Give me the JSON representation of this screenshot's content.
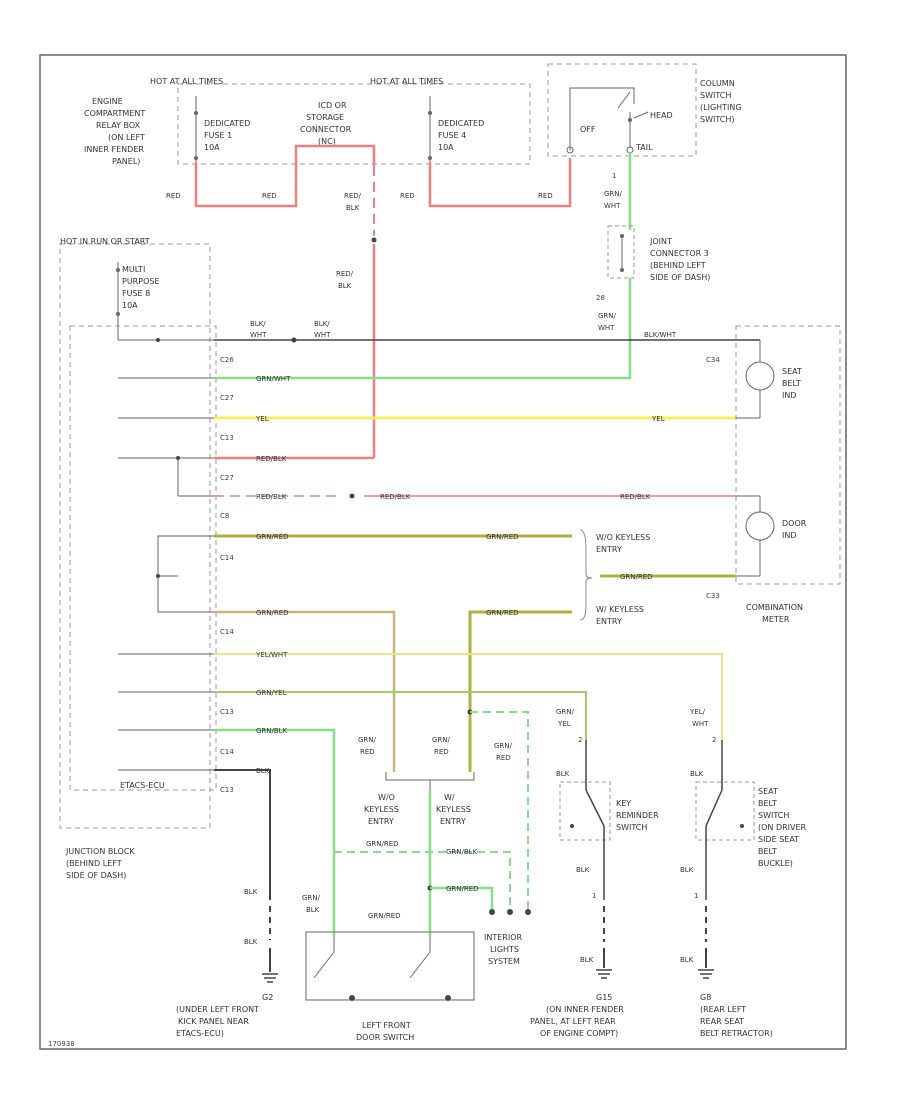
{
  "labels": {
    "hot_at_all_times_1": "HOT AT ALL TIMES",
    "hot_at_all_times_2": "HOT AT ALL TIMES",
    "hot_in_run_or_start": "HOT IN RUN OR START",
    "relay_box": [
      "ENGINE",
      "COMPARTMENT",
      "RELAY BOX",
      "(ON LEFT",
      "INNER FENDER",
      "PANEL)"
    ],
    "fuse1": [
      "DEDICATED",
      "FUSE 1",
      "10A"
    ],
    "fuse4": [
      "DEDICATED",
      "FUSE 4",
      "10A"
    ],
    "storage_connector": [
      "ICD OR",
      "STORAGE",
      "CONNECTOR",
      "(NC)"
    ],
    "column_switch": [
      "COLUMN",
      "SWITCH",
      "(LIGHTING",
      "SWITCH)"
    ],
    "off": "OFF",
    "head": "HEAD",
    "tail": "TAIL",
    "joint_connector": [
      "JOINT",
      "CONNECTOR 3",
      "(BEHIND LEFT",
      "SIDE OF DASH)"
    ],
    "mp_fuse": [
      "MULTI",
      "PURPOSE",
      "FUSE 8",
      "10A"
    ],
    "seat_belt_ind": [
      "SEAT",
      "BELT",
      "IND"
    ],
    "door_ind": [
      "DOOR",
      "IND"
    ],
    "combination_meter": [
      "COMBINATION",
      "METER"
    ],
    "wo_keyless": [
      "W/O KEYLESS",
      "ENTRY"
    ],
    "w_keyless": [
      "W/ KEYLESS",
      "ENTRY"
    ],
    "etacs": "ETACS-ECU",
    "junction_block": [
      "JUNCTION BLOCK",
      "(BEHIND LEFT",
      "SIDE OF DASH)"
    ],
    "wo_keyless_entry_bottom": [
      "W/O",
      "KEYLESS",
      "ENTRY"
    ],
    "w_keyless_entry_bottom": [
      "W/",
      "KEYLESS",
      "ENTRY"
    ],
    "key_reminder": [
      "KEY",
      "REMINDER",
      "SWITCH"
    ],
    "seat_belt_switch": [
      "SEAT",
      "BELT",
      "SWITCH",
      "(ON DRIVER",
      "SIDE SEAT",
      "BELT",
      "BUCKLE)"
    ],
    "interior_lights": [
      "INTERIOR",
      "LIGHTS",
      "SYSTEM"
    ],
    "left_front_door_switch": [
      "LEFT FRONT",
      "DOOR SWITCH"
    ],
    "g2": [
      "G2",
      "(UNDER LEFT FRONT",
      "KICK PANEL NEAR",
      "ETACS-ECU)"
    ],
    "g15": [
      "G15",
      "(ON INNER FENDER",
      "PANEL, AT LEFT REAR",
      "OF ENGINE COMPT)"
    ],
    "g8": [
      "G8",
      "(REAR LEFT",
      "REAR SEAT",
      "BELT RETRACTOR)"
    ],
    "code": "170938"
  },
  "wires": {
    "red": "RED",
    "red_blk": [
      "RED/",
      "BLK"
    ],
    "grn_wht": [
      "GRN/",
      "WHT"
    ],
    "blk_wht": [
      "BLK/",
      "WHT"
    ],
    "blk_wht_right": "BLK/WHT",
    "grn_wht_inline": "GRN/WHT",
    "yel": "YEL",
    "red_blk_inline": "RED/BLK",
    "grn_red": "GRN/RED",
    "yel_wht": "YEL/WHT",
    "grn_yel": "GRN/YEL",
    "grn_blk": "GRN/BLK",
    "blk": "BLK",
    "grn_red_stack": [
      "GRN/",
      "RED"
    ],
    "grn_yel_stack": [
      "GRN/",
      "YEL"
    ],
    "yel_wht_stack": [
      "YEL/",
      "WHT"
    ],
    "grn_blk_stack": [
      "GRN/",
      "BLK"
    ]
  },
  "connectors": {
    "c26": "C26",
    "c27": "C27",
    "c13": "C13",
    "c27b": "C27",
    "c8": "C8",
    "c14": "C14",
    "c14b": "C14",
    "c13b": "C13",
    "c14c": "C14",
    "c13c": "C13",
    "c34": "C34",
    "c33": "C33",
    "pin_1": "1",
    "pin_2": "2",
    "pin_28": "28"
  },
  "colors": {
    "red": "#f08080",
    "green": "#88dd88",
    "yellow": "#f0f060",
    "olive": "#b0b040",
    "tan": "#d0b080",
    "black": "#444444",
    "pink": "#e8a0a0",
    "yelwht": "#e8e880"
  }
}
